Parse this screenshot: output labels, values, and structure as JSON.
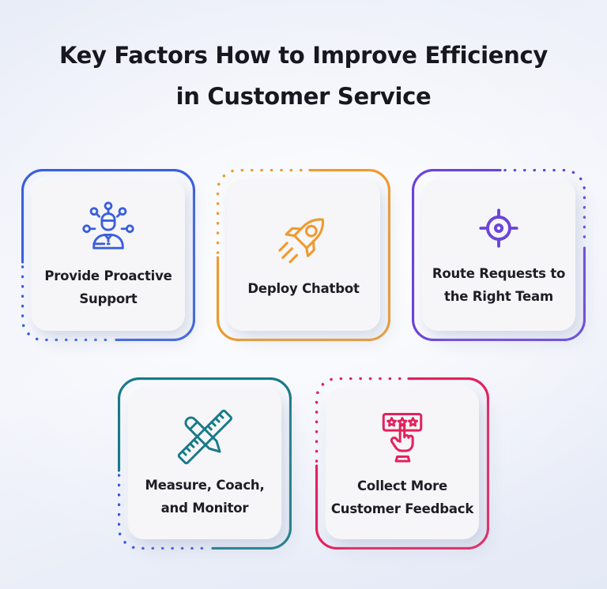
{
  "title": {
    "line1": "Key Factors How to Improve Efficiency",
    "line2": "in Customer Service",
    "color": "#17171F"
  },
  "cards": [
    {
      "label_line1": "Provide Proactive",
      "label_line2": "Support",
      "icon": "proactive-support-icon",
      "accent": "#3A5FDE",
      "dot_color": "#3A5FDE",
      "dotted_corner": "bottom-left"
    },
    {
      "label_line1": "Deploy Chatbot",
      "label_line2": "",
      "icon": "rocket-icon",
      "accent": "#EF9A2E",
      "dot_color": "#EF9A2E",
      "dotted_corner": "top-left"
    },
    {
      "label_line1": "Route Requests to",
      "label_line2": "the Right Team",
      "icon": "target-icon",
      "accent": "#6B44D8",
      "dot_color": "#6B44D8",
      "dotted_corner": "top-right"
    },
    {
      "label_line1": "Measure, Coach,",
      "label_line2": "and Monitor",
      "icon": "pencil-ruler-icon",
      "accent": "#187A88",
      "dot_color": "#3D5BDE",
      "dotted_corner": "bottom-left"
    },
    {
      "label_line1": "Collect More",
      "label_line2": "Customer Feedback",
      "icon": "star-rating-hand-icon",
      "accent": "#E5205C",
      "dot_color": "#E5205C",
      "dotted_corner": "top-left"
    }
  ]
}
